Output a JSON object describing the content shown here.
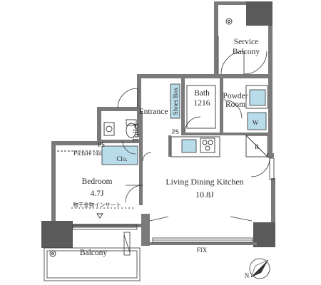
{
  "floor_plan": {
    "rooms": {
      "service_balcony": [
        "Service",
        "Balcony"
      ],
      "bath": [
        "Bath",
        "1216"
      ],
      "powder_room": [
        "Powder",
        "Room"
      ],
      "entrance": "Entrance",
      "shoes_box": "Shoes Box",
      "toilet": "Toilet",
      "bedroom": [
        "Bedroom",
        "4.7J"
      ],
      "ldk": [
        "Living Dining Kitchen",
        "10.8J"
      ],
      "balcony": "Balcony"
    },
    "labels": {
      "ps_bath": "PS",
      "ps_bedroom": "PS",
      "picture_rail": "Picture rail",
      "closet": "Clo.",
      "washer": "W",
      "refrigerator": "R",
      "laundry_insert": "物干金物インサート",
      "fix": "FIX",
      "north": "N"
    },
    "colors": {
      "wall": "#7a7a7a",
      "wall_dark": "#5a5a5a",
      "fixture": "#b8dcea",
      "line": "#333333"
    }
  }
}
